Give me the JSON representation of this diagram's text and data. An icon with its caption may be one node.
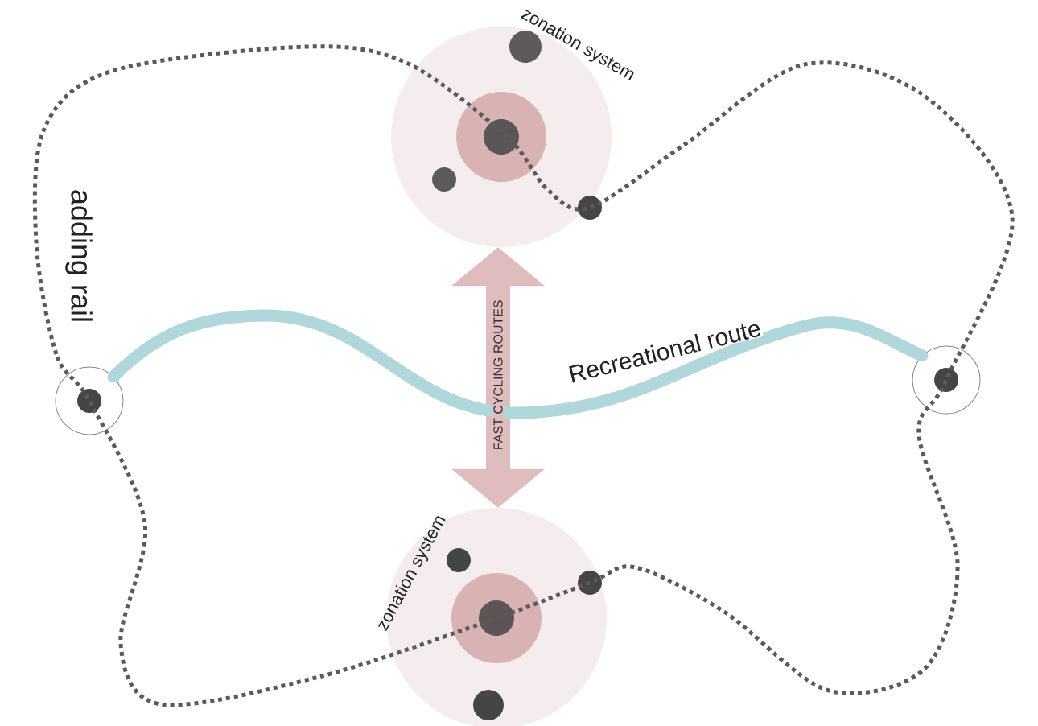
{
  "diagram": {
    "nodes": [
      {
        "text": [
          "zonation system"
        ]
      },
      {
        "text": [
          "zonation system"
        ]
      },
      {
        "text": [],
        "shape": "circle"
      },
      {
        "text": [],
        "shape": "circle"
      }
    ],
    "edges": [
      {
        "from": 0,
        "to": 1,
        "arrow": "both",
        "label": "FAST CYCLING ROUTES",
        "style": "thick",
        "color": "#dfbcbe"
      },
      {
        "from": 2,
        "to": 3,
        "arrow": "none",
        "label": "Recreational route",
        "color": "#b0d8dc"
      }
    ],
    "labels": [
      "adding rail"
    ]
  }
}
